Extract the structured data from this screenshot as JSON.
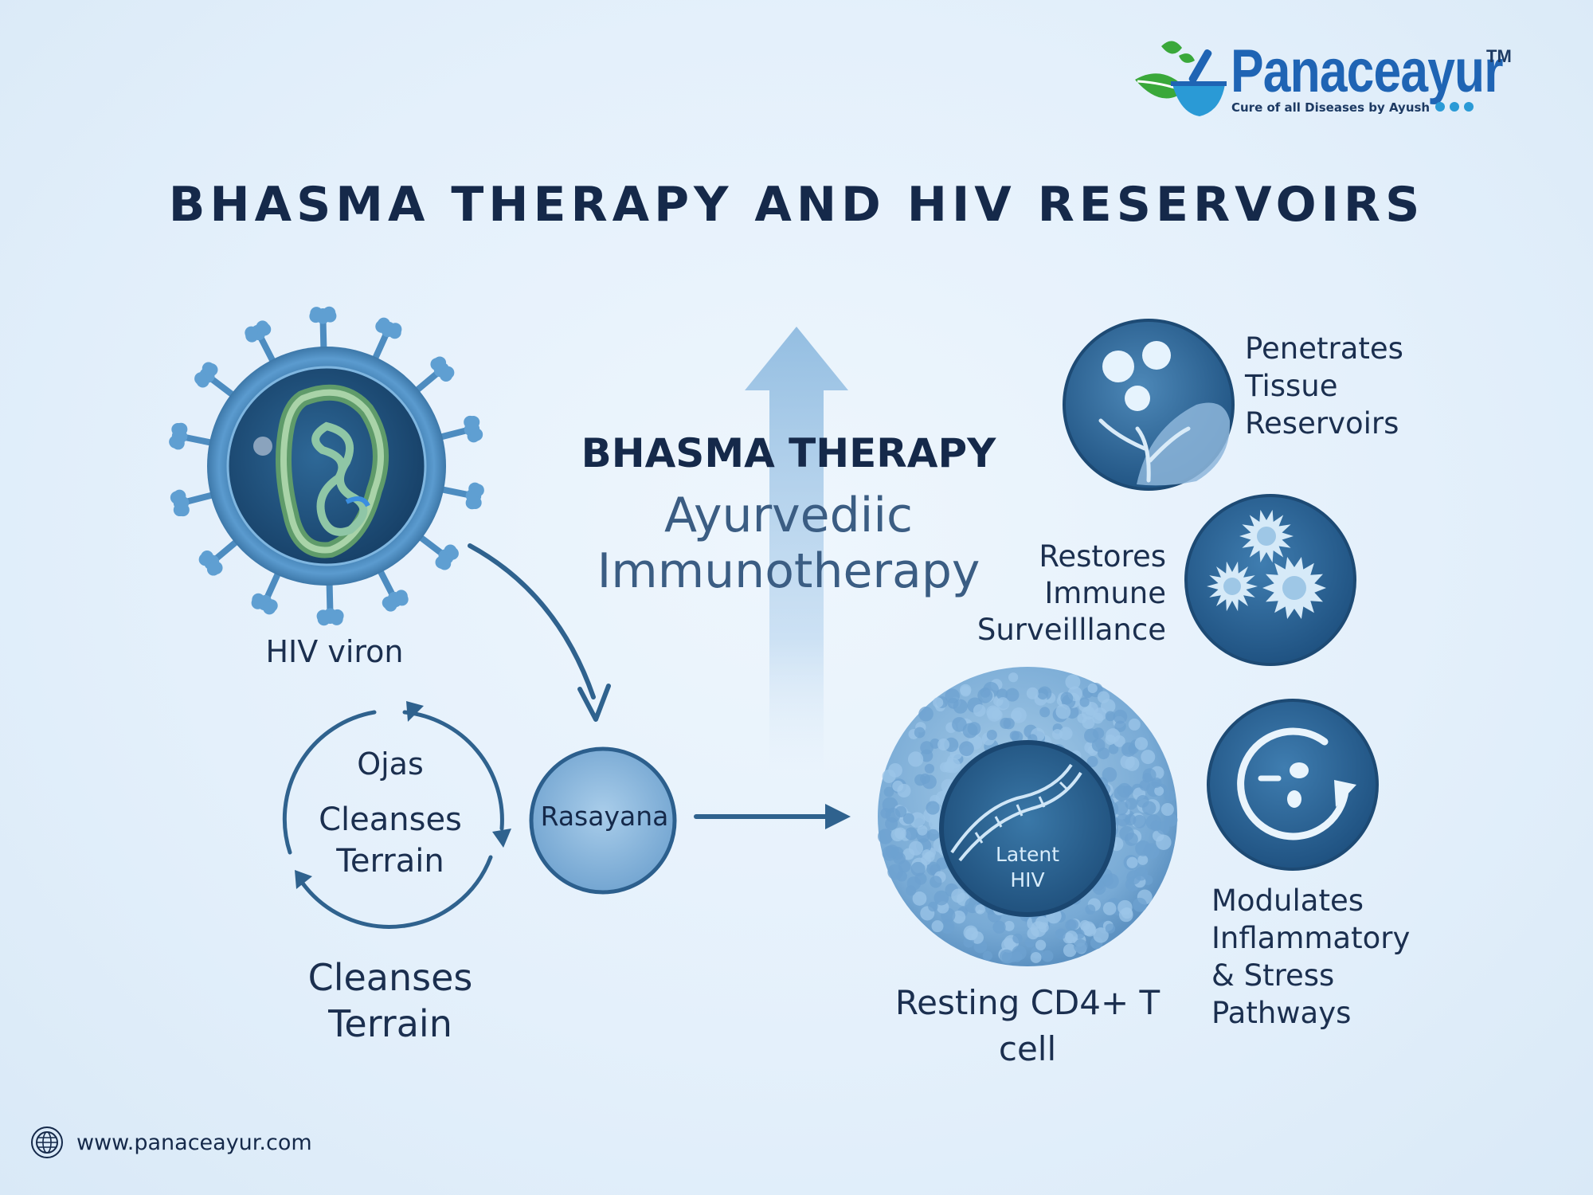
{
  "brand": {
    "name": "Panaceayur",
    "tagline": "Cure of all Diseases by Ayush",
    "trademark": "TM"
  },
  "title": "BHASMA THERAPY AND HIV RESERVOIRS",
  "center": {
    "heading": "BHASMA THERAPY",
    "subheading_line1": "Ayurvediic",
    "subheading_line2": "Immunotherapy"
  },
  "left": {
    "virion_label": "HIV viron",
    "cycle_top": "Ojas",
    "cycle_inner_line1": "Cleanses",
    "cycle_inner_line2": "Terrain",
    "cycle_outer_line1": "Cleanses",
    "cycle_outer_line2": "Terrain",
    "rasayana": "Rasayana"
  },
  "cell": {
    "label_line1": "Resting CD4+ T",
    "label_line2": "cell",
    "inner_line1": "Latent",
    "inner_line2": "HIV"
  },
  "effects": [
    {
      "line1": "Penetrates",
      "line2": "Tissue",
      "line3": "Reservoirs"
    },
    {
      "line1": "Restores",
      "line2": "Immune",
      "line3": "Surveilllance"
    },
    {
      "line1": "Modulates",
      "line2": "Inflammatory",
      "line3": "& Stress Pathways"
    }
  ],
  "footer": {
    "url": "www.panaceayur.com"
  },
  "colors": {
    "navy": "#15294a",
    "accent_blue": "#1f64b4",
    "arrow_blue": "#2f628e",
    "circle_blue": "#2d6a9a",
    "leaf_green": "#3aa83a"
  }
}
